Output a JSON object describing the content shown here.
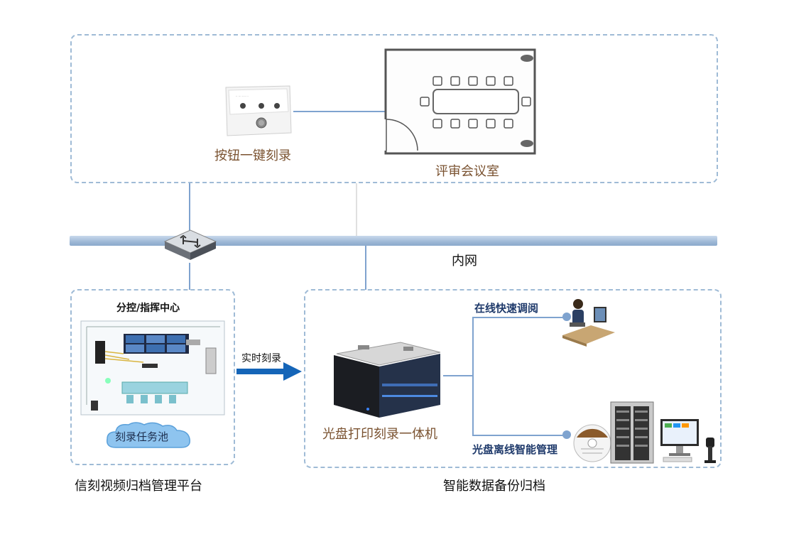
{
  "top_zone": {
    "button_label": "按钮一键刻录",
    "room_label": "评审会议室"
  },
  "network": {
    "label": "内网"
  },
  "control_zone": {
    "title": "分控/指挥中心",
    "pool_label": "刻录任务池",
    "caption": "信刻视频归档管理平台"
  },
  "arrow": {
    "label": "实时刻录"
  },
  "archive_zone": {
    "printer_label": "光盘打印刻录一体机",
    "online_label": "在线快速调阅",
    "offline_label": "光盘离线智能管理",
    "caption": "智能数据备份归档"
  },
  "colors": {
    "dashed_border": "#9fbbd6",
    "connector": "#7fa3cf",
    "arrow": "#1565b8",
    "label_brown": "#7a5230",
    "label_navy": "#1f3a6b"
  }
}
